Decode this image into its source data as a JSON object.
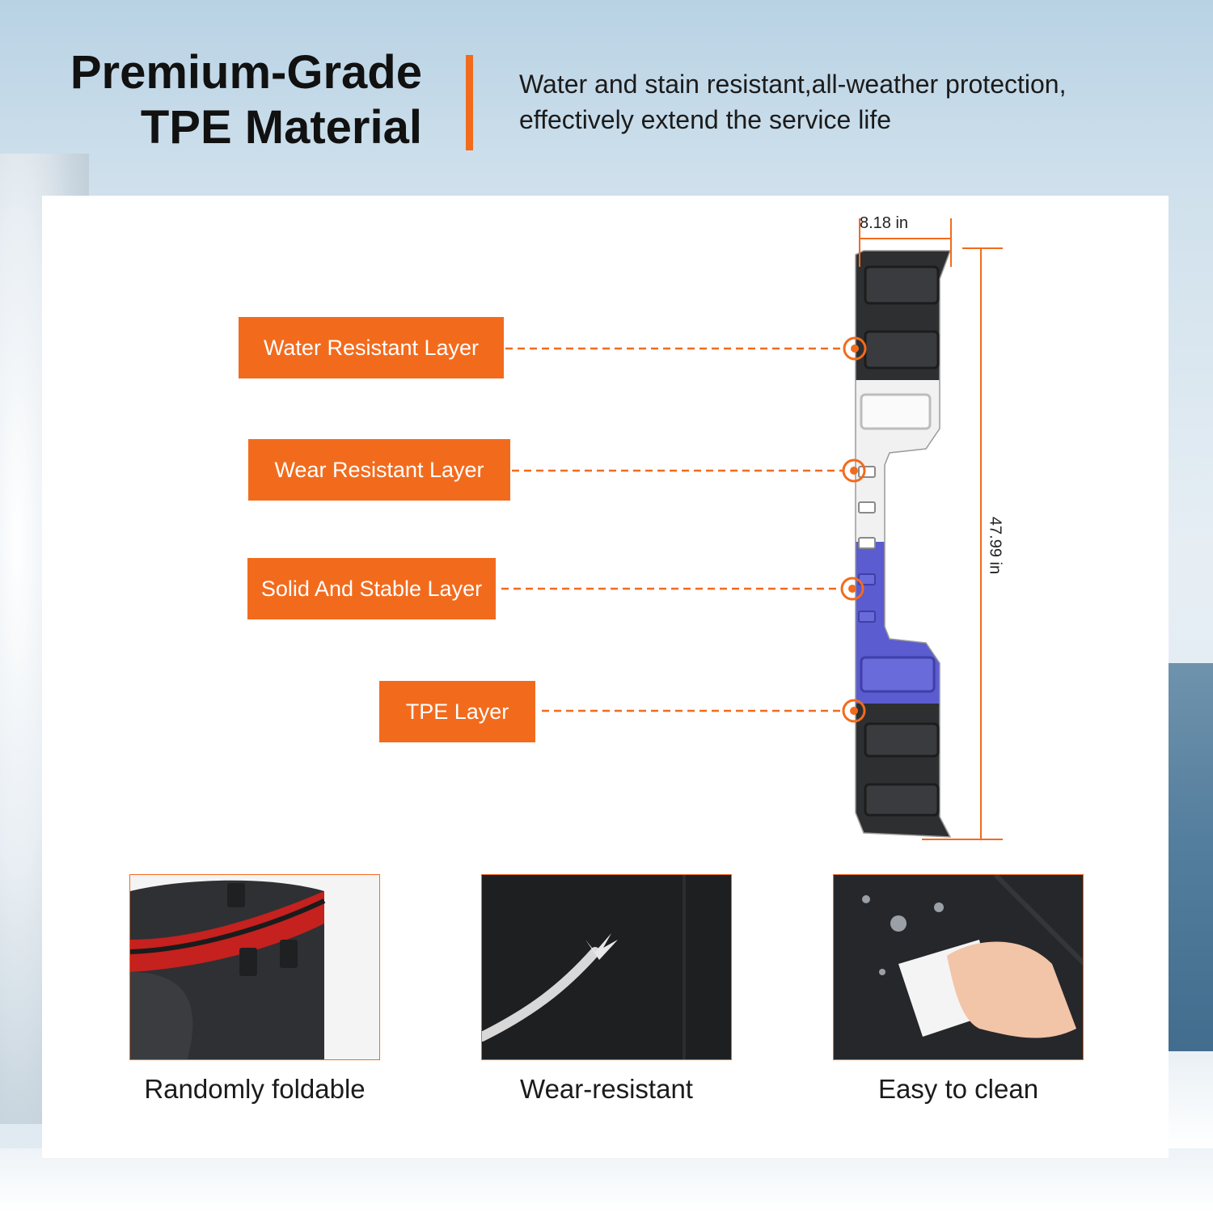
{
  "header": {
    "title_line1": "Premium-Grade",
    "title_line2": "TPE Material",
    "desc_line1": "Water and stain resistant,all-weather protection,",
    "desc_line2": "effectively extend the service life"
  },
  "dimensions": {
    "width": "8.18 in",
    "length": "47.99 in"
  },
  "layers": [
    {
      "label": "Water Resistant Layer"
    },
    {
      "label": "Wear Resistant Layer"
    },
    {
      "label": "Solid And Stable Layer"
    },
    {
      "label": "TPE Layer"
    }
  ],
  "features": [
    {
      "caption": "Randomly foldable",
      "icon": "folded-mat-image"
    },
    {
      "caption": "Wear-resistant",
      "icon": "scratch-tool-image"
    },
    {
      "caption": "Easy to clean",
      "icon": "wiping-hand-image"
    }
  ],
  "colors": {
    "accent": "#f26b1d",
    "mat_black": "#2e2f31",
    "mat_blue": "#5b5ccf",
    "mat_white": "#f1f1f1"
  }
}
